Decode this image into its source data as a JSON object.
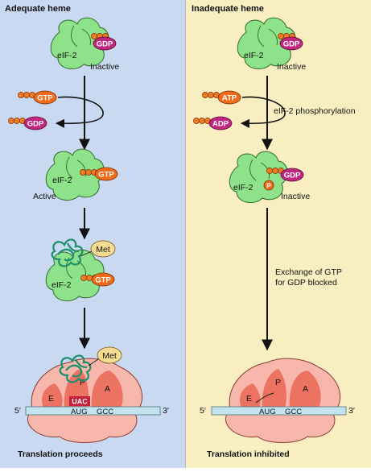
{
  "colors": {
    "left_panel_bg": "#c9d9f1",
    "right_panel_bg": "#f8eec2",
    "eif2_green": "#8ee28a",
    "gdp_magenta": "#c2277f",
    "gtp_atp_orange": "#f06a1a",
    "ribosome_pink": "#f8b7ad",
    "ribosome_site": "#ec7261",
    "mrna_blue": "#c3e4ee",
    "met_tan": "#f6dc92"
  },
  "left": {
    "title": "Adequate heme",
    "top_complex": {
      "protein": "eIF-2",
      "nucleotide": "GDP",
      "state": "Inactive"
    },
    "exchange": {
      "incoming": "GTP",
      "outgoing": "GDP"
    },
    "active_complex": {
      "protein": "eIF-2",
      "nucleotide": "GTP",
      "state": "Active"
    },
    "charged_complex": {
      "protein": "eIF-2",
      "nucleotide": "GTP",
      "amino_acid": "Met"
    },
    "ribosome": {
      "amino_acid": "Met",
      "site_e": "E",
      "site_p": "P",
      "site_a": "A",
      "anticodon": "UAC",
      "codon_1": "AUG",
      "codon_2": "GCC",
      "end_5": "5′",
      "end_3": "3′"
    },
    "caption": "Translation proceeds"
  },
  "right": {
    "title": "Inadequate heme",
    "top_complex": {
      "protein": "eIF-2",
      "nucleotide": "GDP",
      "state": "Inactive"
    },
    "exchange": {
      "incoming": "ATP",
      "outgoing": "ADP",
      "label": "eIF-2 phosphorylation"
    },
    "phospho_complex": {
      "protein": "eIF-2",
      "nucleotide": "GDP",
      "phosphate": "P",
      "state": "Inactive"
    },
    "blocked_note_line1": "Exchange of GTP",
    "blocked_note_line2": "for GDP blocked",
    "ribosome": {
      "site_e": "E",
      "site_p": "P",
      "site_a": "A",
      "codon_1": "AUG",
      "codon_2": "GCC",
      "end_5": "5′",
      "end_3": "3′"
    },
    "caption": "Translation inhibited"
  }
}
